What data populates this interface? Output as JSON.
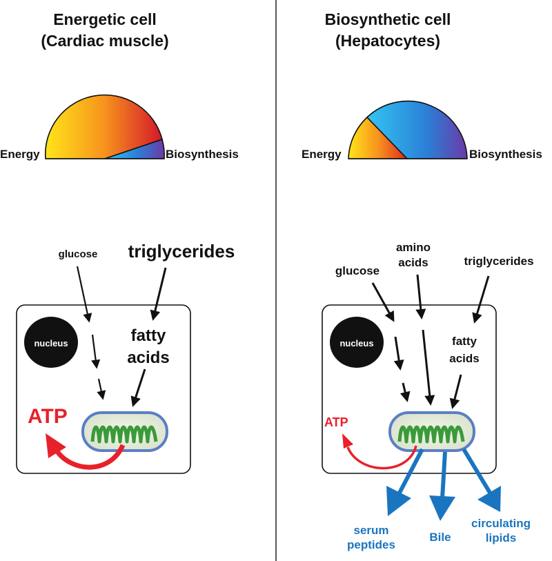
{
  "left": {
    "title_line1": "Energetic cell",
    "title_line2": "(Cardiac muscle)",
    "gauge": {
      "energy_label": "Energy",
      "biosynthesis_label": "Biosynthesis"
    },
    "inputs": {
      "glucose": "glucose",
      "triglycerides": "triglycerides"
    },
    "fatty_acids_line1": "fatty",
    "fatty_acids_line2": "acids",
    "nucleus": "nucleus",
    "atp": "ATP"
  },
  "right": {
    "title_line1": "Biosynthetic cell",
    "title_line2": "(Hepatocytes)",
    "gauge": {
      "energy_label": "Energy",
      "biosynthesis_label": "Biosynthesis"
    },
    "inputs": {
      "glucose": "glucose",
      "amino_line1": "amino",
      "amino_line2": "acids",
      "triglycerides": "triglycerides"
    },
    "fatty_acids_line1": "fatty",
    "fatty_acids_line2": "acids",
    "nucleus": "nucleus",
    "atp": "ATP",
    "outputs": {
      "serum_line1": "serum",
      "serum_line2": "peptides",
      "bile": "Bile",
      "lipids_line1": "circulating",
      "lipids_line2": "lipids"
    }
  },
  "colors": {
    "atp_red": "#e8202a",
    "output_blue": "#1a75c0",
    "mito_green": "#3a9a3a",
    "mito_membrane": "#5b7ec4"
  }
}
